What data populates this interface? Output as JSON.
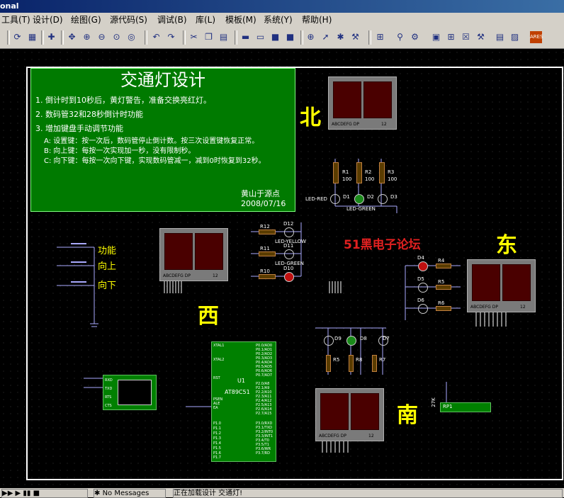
{
  "window": {
    "title": "onal"
  },
  "menu": [
    "工具(T)",
    "设计(D)",
    "绘图(G)",
    "源代码(S)",
    "调试(B)",
    "库(L)",
    "模板(M)",
    "系统(Y)",
    "帮助(H)"
  ],
  "board": {
    "title": "交通灯设计",
    "lines": [
      "1. 倒计时到10秒后，黄灯警告，准备交换亮红灯。",
      "2. 数码管32和28秒倒计时功能",
      "3. 增加键盘手动调节功能",
      "A: 设置键：按一次后，数码管停止倒计数。按三次设置键恢复正常。",
      "B: 向上键：每按一次实现加一秒，没有限制秒。",
      "C: 向下键：每按一次向下键，实现数码管减一，减到0时恢复到32秒。"
    ],
    "author": "黄山于源点",
    "date": "2008/07/16"
  },
  "directions": {
    "north": "北",
    "east": "东",
    "west": "西",
    "south": "南"
  },
  "watermark": "51黑电子论坛",
  "keys": [
    "功能",
    "向上",
    "向下"
  ],
  "display_labels": [
    "ABCDEFG DP",
    "12"
  ],
  "resistors": {
    "r1": "R1",
    "r2": "R2",
    "r3": "R3",
    "r4": "R4",
    "r5": "R5",
    "r6": "R6",
    "r7": "R7",
    "r8": "R8",
    "r10": "R10",
    "r11": "R11",
    "r12": "R12",
    "value": "100"
  },
  "diodes": {
    "d1": "D1",
    "d2": "D2",
    "d3": "D3",
    "d4": "D4",
    "d5": "D5",
    "d6": "D6",
    "d7": "D7",
    "d8": "D8",
    "d9": "D9",
    "d10": "D10",
    "d11": "D11",
    "d12": "D12"
  },
  "led_labels": {
    "red": "LED-RED",
    "green": "LED-GREEN",
    "yellow": "LED-YELLOW"
  },
  "mcu": {
    "ref": "U1",
    "part": "AT89C51",
    "left_pins": [
      "XTAL1",
      "XTAL2",
      "RST",
      "PSEN",
      "ALE",
      "EA"
    ],
    "right_pins": [
      "P0.0/AD0",
      "P0.1/AD1",
      "P0.2/AD2",
      "P0.3/AD3",
      "P0.4/AD4",
      "P0.5/AD5",
      "P0.6/AD6",
      "P0.7/AD7",
      "P2.0/A8",
      "P2.1/A9",
      "P2.2/A10",
      "P2.3/A11",
      "P2.4/A12",
      "P2.5/A13",
      "P2.6/A14",
      "P2.7/A15",
      "P3.0/RXD",
      "P3.1/TXD",
      "P3.2/INT0",
      "P3.3/INT1",
      "P3.4/T0",
      "P3.5/T1",
      "P3.6/WR",
      "P3.7/RD"
    ],
    "p1_pins": [
      "P1.0",
      "P1.1",
      "P1.2",
      "P1.3",
      "P1.4",
      "P1.5",
      "P1.6",
      "P1.7"
    ]
  },
  "terminal": {
    "pins": [
      "RXD",
      "TXD",
      "RTS",
      "CTS"
    ]
  },
  "rp1": {
    "label": "RP1",
    "value": "27K"
  },
  "status": {
    "messages": "No Messages",
    "text": "正在加载设计 交通灯!"
  }
}
